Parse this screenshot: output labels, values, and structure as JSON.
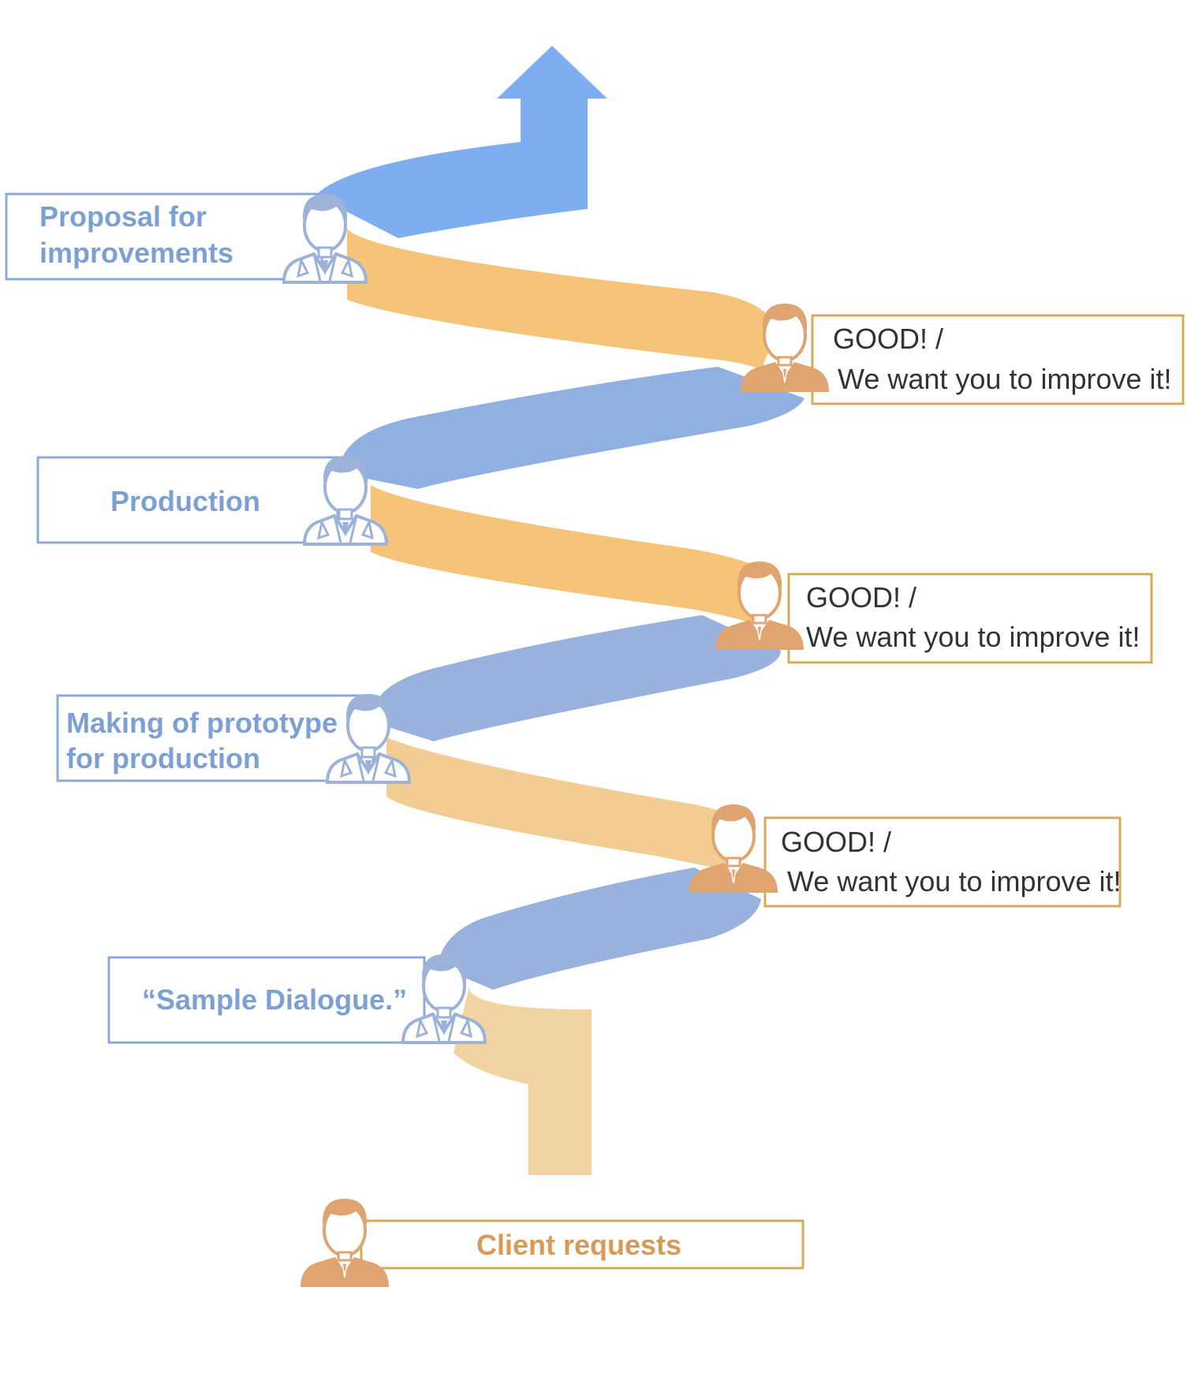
{
  "colors": {
    "blue_ribbon": "#8fb0e0",
    "blue_arrow": "#7eaef0",
    "orange_ribbon": "#f5c478",
    "orange_light": "#f2d4a4",
    "blue_border": "#8fa9d6",
    "orange_border": "#d9a95b",
    "blue_person": "#9db2d9",
    "orange_person": "#e0a470"
  },
  "labels": {
    "proposal_line1": "Proposal for",
    "proposal_line2": "improvements",
    "production": "Production",
    "prototype_line1": "Making of prototype",
    "prototype_line2": "for production",
    "sample": "“Sample Dialogue.”",
    "client": "Client requests"
  },
  "feedback": [
    {
      "line1": "GOOD! /",
      "line2": "We want you to improve it!"
    },
    {
      "line1": "GOOD! /",
      "line2": "We want you to improve it!"
    },
    {
      "line1": "GOOD! /",
      "line2": "We want you to improve it!"
    }
  ],
  "icons": {
    "arrow": "up-arrow-icon",
    "staff": "staff-person-icon",
    "client": "client-person-icon"
  }
}
